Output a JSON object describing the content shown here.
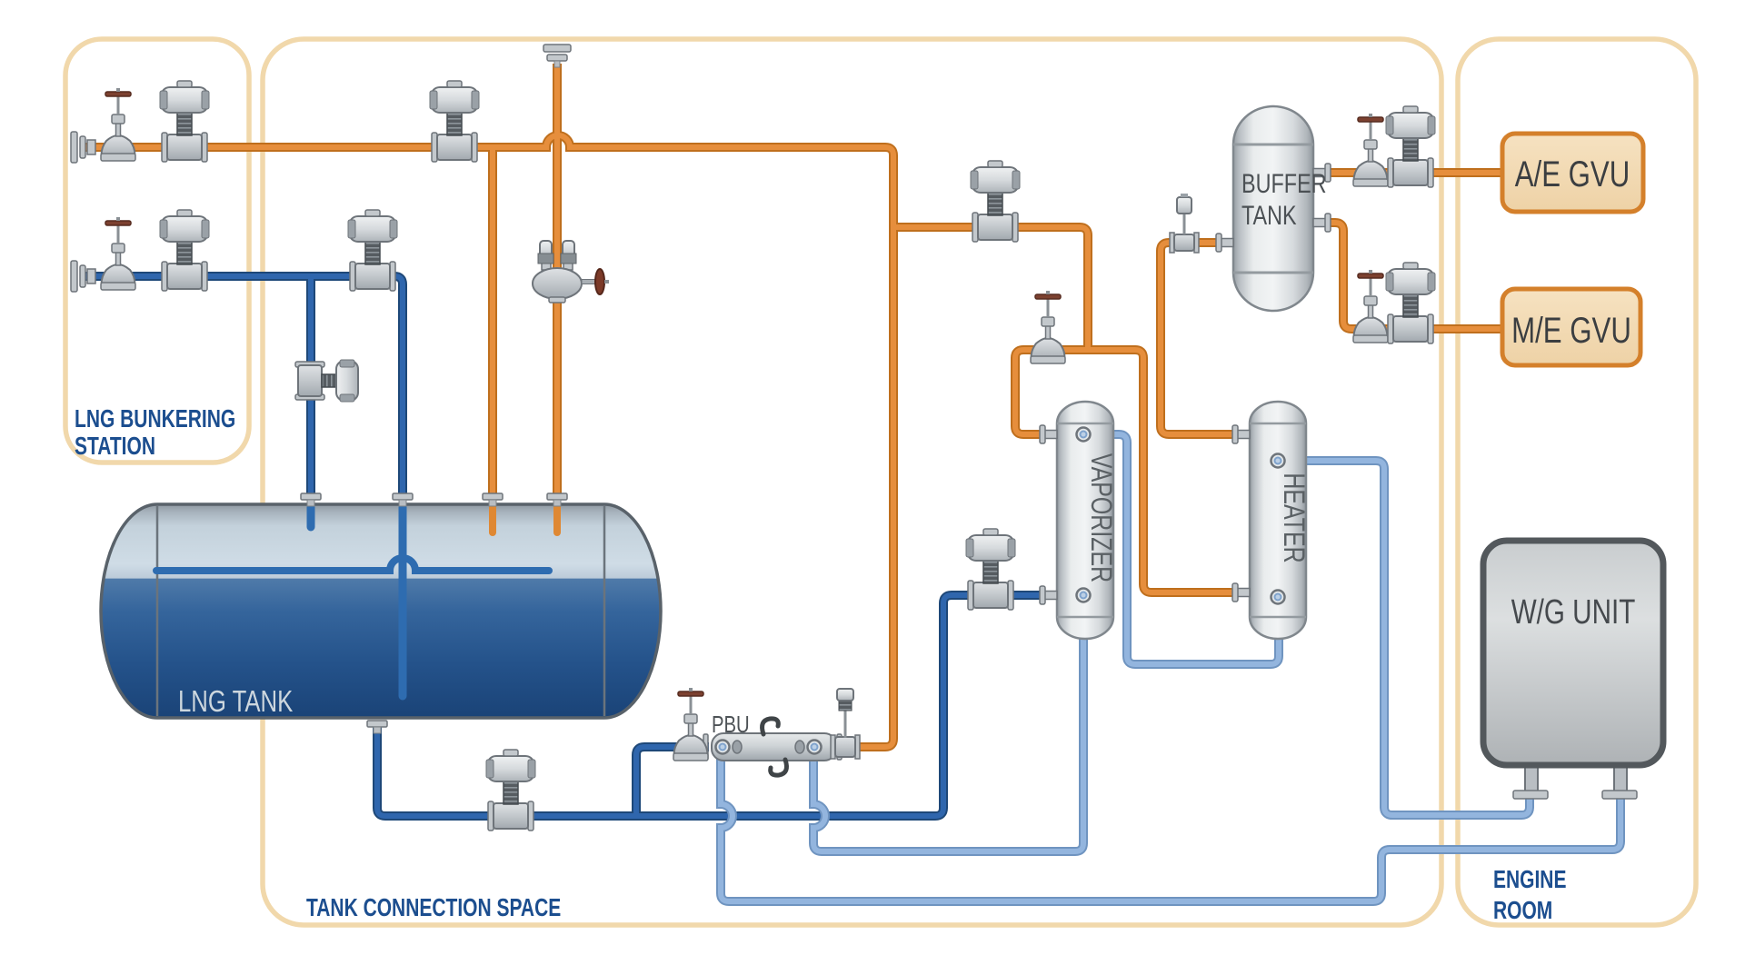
{
  "title": "LNG fuel gas system diagram",
  "regions": {
    "bunkering": {
      "line1": "LNG BUNKERING",
      "line2": "STATION"
    },
    "tcs": {
      "label": "TANK CONNECTION SPACE"
    },
    "engine": {
      "line1": "ENGINE",
      "line2": "ROOM"
    }
  },
  "equipment": {
    "lng_tank": "LNG TANK",
    "pbu": "PBU",
    "vaporizer": "VAPORIZER",
    "heater": "HEATER",
    "buffer1": "BUFFER",
    "buffer2": "TANK",
    "wg": "W/G UNIT",
    "ae": "A/E GVU",
    "me": "M/E GVU"
  },
  "colors": {
    "gas_pipe": "#e68e3c",
    "lng_pipe": "#2f66ad",
    "glycol_pipe": "#93b5de",
    "region_border": "#f1d8ab",
    "gvu_fill": "#f2d9b2",
    "gvu_border": "#d4802b",
    "label_blue": "#1c4e8f"
  }
}
